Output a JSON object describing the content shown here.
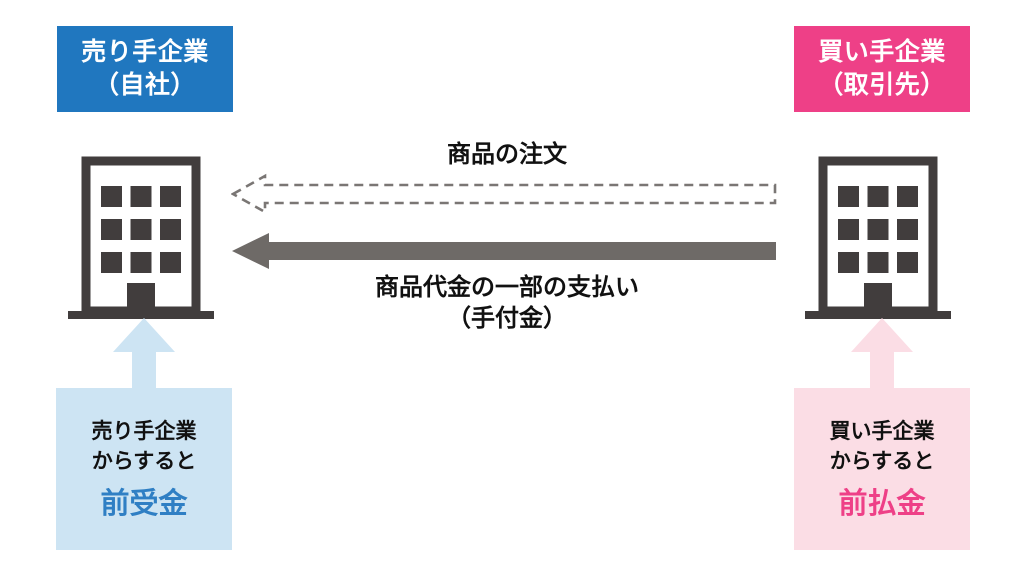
{
  "diagram": {
    "title_hidden": "",
    "colors": {
      "seller_blue": "#2077bf",
      "buyer_pink": "#ee4087",
      "seller_light": "#cde4f3",
      "buyer_light": "#fbdde5",
      "seller_term_text": "#2f7fc4",
      "buyer_term_text": "#ee4087",
      "arrow_gray": "#6e6a67",
      "building_dark": "#413d3d",
      "dashed_gray": "#7a7674"
    }
  },
  "seller": {
    "header": {
      "line1": "売り手企業",
      "line2": "（自社）"
    },
    "building_icon": "office-building-icon",
    "perspective": {
      "who_line1": "売り手企業",
      "who_line2": "からすると",
      "term": "前受金"
    },
    "up_arrow_icon": "arrow-up-icon"
  },
  "buyer": {
    "header": {
      "line1": "買い手企業",
      "line2": "（取引先）"
    },
    "building_icon": "office-building-icon",
    "perspective": {
      "who_line1": "買い手企業",
      "who_line2": "からすると",
      "term": "前払金"
    },
    "up_arrow_icon": "arrow-up-icon"
  },
  "flows": {
    "order": {
      "label": "商品の注文",
      "direction": "buyer-to-seller",
      "style": "dashed-outline-arrow-left"
    },
    "payment": {
      "label_line1": "商品代金の一部の支払い",
      "label_line2": "（手付金）",
      "direction": "buyer-to-seller",
      "style": "solid-gray-arrow-left"
    }
  }
}
